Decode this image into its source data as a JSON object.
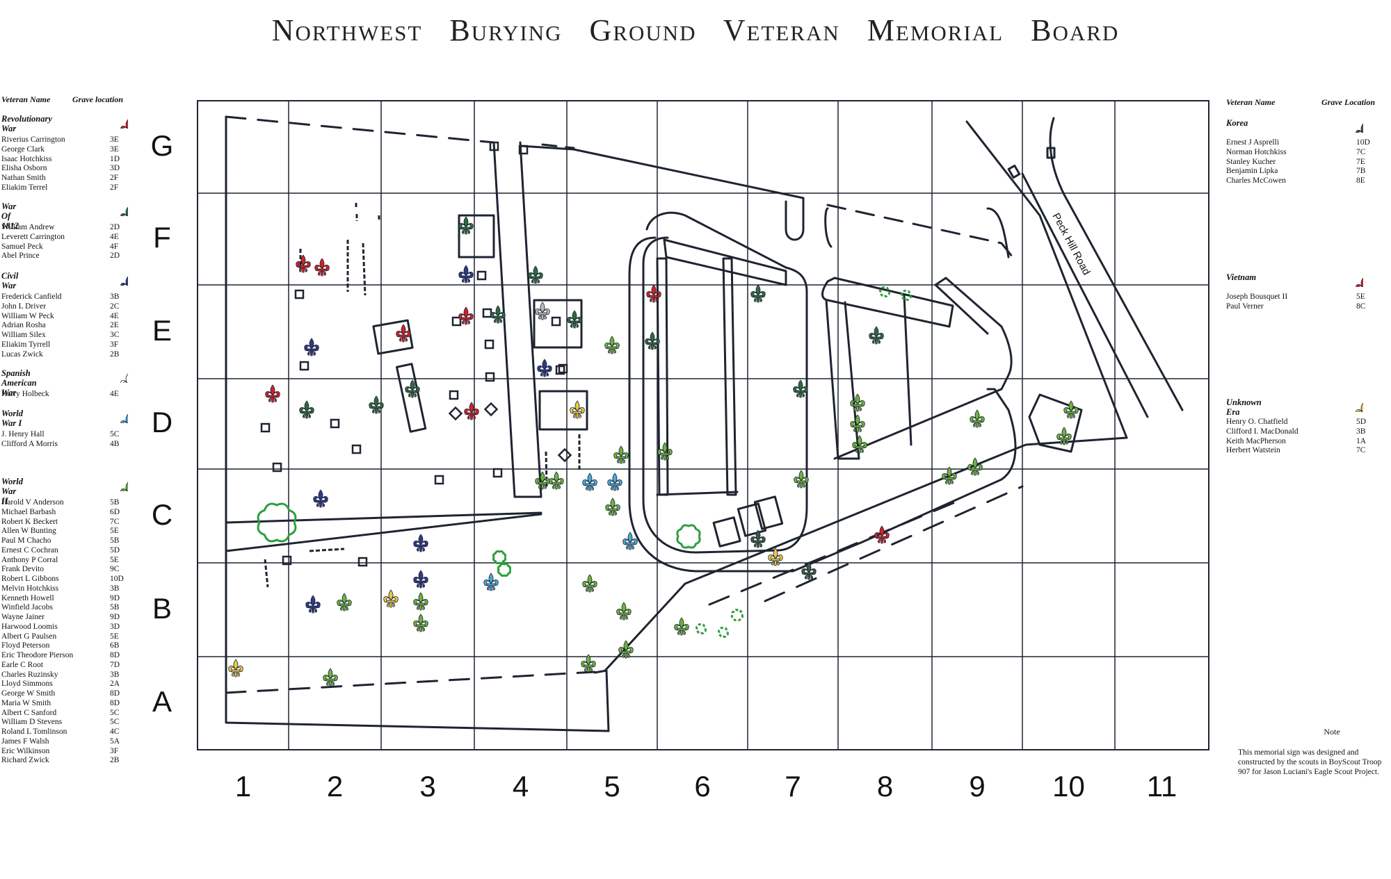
{
  "title": "Northwest   Burying   Ground   Veteran   Memorial   Board",
  "colors": {
    "revolutionary": "#d42027",
    "war1812": "#2e6b3f",
    "civil": "#2e3a8c",
    "spanish": "#bbbbbb",
    "ww1": "#4aa8d8",
    "ww2": "#6cb33f",
    "korea": "#3d5a45",
    "vietnam": "#d42027",
    "unknown": "#e6c84a",
    "tree": "#2e9e3c",
    "lines": "#1e2430"
  },
  "columns": [
    "1",
    "2",
    "3",
    "4",
    "5",
    "6",
    "7",
    "8",
    "9",
    "10",
    "11"
  ],
  "rows": [
    "G",
    "F",
    "E",
    "D",
    "C",
    "B",
    "A"
  ],
  "road_label": "Peck Hill Road",
  "left_legend": {
    "header_name": "Veteran Name",
    "header_loc": "Grave location",
    "groups": [
      {
        "title": "Revolutionary War",
        "icon": "fleur-de-lis-icon-red",
        "entries": [
          [
            "Riverius Carrington",
            "3E"
          ],
          [
            "George Clark",
            "3E"
          ],
          [
            "Isaac Hotchkiss",
            "1D"
          ],
          [
            "Elisha Osborn",
            "3D"
          ],
          [
            "Nathan Smith",
            "2F"
          ],
          [
            "Eliakim Terrel",
            "2F"
          ]
        ]
      },
      {
        "title": "War Of 1812",
        "icon": "fleur-de-lis-icon-darkgreen",
        "entries": [
          [
            "William Andrew",
            "2D"
          ],
          [
            "Leverett Carrington",
            "4E"
          ],
          [
            "Samuel Peck",
            "4F"
          ],
          [
            "Abel Prince",
            "2D"
          ]
        ]
      },
      {
        "title": "Civil War",
        "icon": "fleur-de-lis-icon-blue",
        "entries": [
          [
            "Frederick Canfield",
            "3B"
          ],
          [
            "John L Driver",
            "2C"
          ],
          [
            "William W Peck",
            "4E"
          ],
          [
            "Adrian Rosha",
            "2E"
          ],
          [
            "William Silex",
            "3C"
          ],
          [
            "Eliakim Tyrrell",
            "3F"
          ],
          [
            "Lucas Zwick",
            "2B"
          ]
        ]
      },
      {
        "title": "Spanish American War",
        "icon": "fleur-de-lis-icon-white",
        "entries": [
          [
            "Harry Holbeck",
            "4E"
          ]
        ]
      },
      {
        "title": "World War I",
        "icon": "fleur-de-lis-icon-lightblue",
        "entries": [
          [
            "J. Henry Hall",
            "5C"
          ],
          [
            "Clifford A Morris",
            "4B"
          ]
        ]
      },
      {
        "title": "World War II",
        "icon": "fleur-de-lis-icon-green",
        "entries": [
          [
            "Harold V Anderson",
            "5B"
          ],
          [
            "Michael Barbash",
            "6D"
          ],
          [
            "Robert K Beckert",
            "7C"
          ],
          [
            "Allen W Bunting",
            "5E"
          ],
          [
            "Paul M Chacho",
            "5B"
          ],
          [
            "Ernest C Cochran",
            "5D"
          ],
          [
            "Anthony P Corral",
            "5E"
          ],
          [
            "Frank Devito",
            "9C"
          ],
          [
            "Robert L Gibbons",
            "10D"
          ],
          [
            "Melvin Hotchkiss",
            "3B"
          ],
          [
            "Kenneth Howell",
            "9D"
          ],
          [
            "Winfield Jacobs",
            "5B"
          ],
          [
            "Wayne Jainer",
            "9D"
          ],
          [
            "Harwood Loomis",
            "3D"
          ],
          [
            "Albert G Paulsen",
            "5E"
          ],
          [
            "Floyd Peterson",
            "6B"
          ],
          [
            "Eric Theodore Pierson",
            "8D"
          ],
          [
            "Earle C Root",
            "7D"
          ],
          [
            "Charles Ruzinsky",
            "3B"
          ],
          [
            "Lloyd Simmons",
            "2A"
          ],
          [
            "George W Smith",
            "8D"
          ],
          [
            "Maria W Smith",
            "8D"
          ],
          [
            "Albert C Sanford",
            "5C"
          ],
          [
            "William D Stevens",
            "5C"
          ],
          [
            "Roland L Tomlinson",
            "4C"
          ],
          [
            "James F Walsh",
            "5A"
          ],
          [
            "Eric Wilkinson",
            "3F"
          ],
          [
            "Richard Zwick",
            "2B"
          ]
        ]
      }
    ]
  },
  "right_legend": {
    "header_name": "Veteran Name",
    "header_loc": "Grave Location",
    "groups": [
      {
        "title": "Korea",
        "icon": "fleur-de-lis-icon-korea",
        "entries": [
          [
            "Ernest J Asprelli",
            "10D"
          ],
          [
            "Norman Hotchkiss",
            "7C"
          ],
          [
            "Stanley Kucher",
            "7E"
          ],
          [
            "Benjamin Lipka",
            "7B"
          ],
          [
            "Charles McCowen",
            "8E"
          ]
        ]
      },
      {
        "title": "Vietnam",
        "icon": "fleur-de-lis-icon-red",
        "entries": [
          [
            "Joseph Bousquet II",
            "5E"
          ],
          [
            "Paul Verner",
            "8C"
          ]
        ]
      },
      {
        "title": "Unknown Era",
        "icon": "fleur-de-lis-icon-yellow",
        "entries": [
          [
            "Henry O. Chatfield",
            "5D"
          ],
          [
            "Clifford I. MacDonald",
            "3B"
          ],
          [
            "Keith MacPherson",
            "1A"
          ],
          [
            "Herbert Watstein",
            "7C"
          ]
        ]
      }
    ]
  },
  "note_title": "Note",
  "note_text": "This memorial sign was designed and constructed by the scouts in BoyScout Troop 907 for Jason Luciani's Eagle Scout Project."
}
